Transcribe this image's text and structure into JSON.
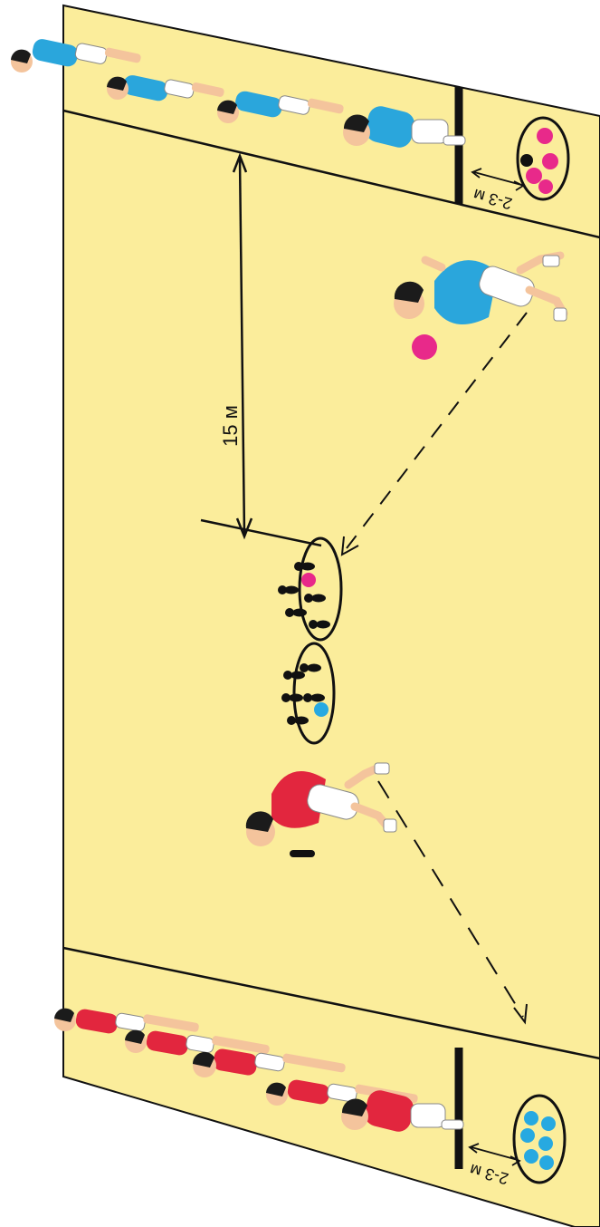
{
  "labels": {
    "distance_main": "15 м",
    "distance_top": "2-3 м",
    "distance_bottom": "2-3 м"
  },
  "colors": {
    "court": "#fbed9b",
    "line": "#111111",
    "team_top": "#2aa6dc",
    "team_bottom": "#e2263e",
    "ball_top": "#e8298a",
    "ball_bottom": "#27a9e1",
    "skin": "#f4c49c",
    "hair": "#1b1b1b"
  },
  "icons": {
    "pin": "bowling-pin-icon",
    "ball": "ball-icon",
    "player": "player-figure-icon"
  }
}
